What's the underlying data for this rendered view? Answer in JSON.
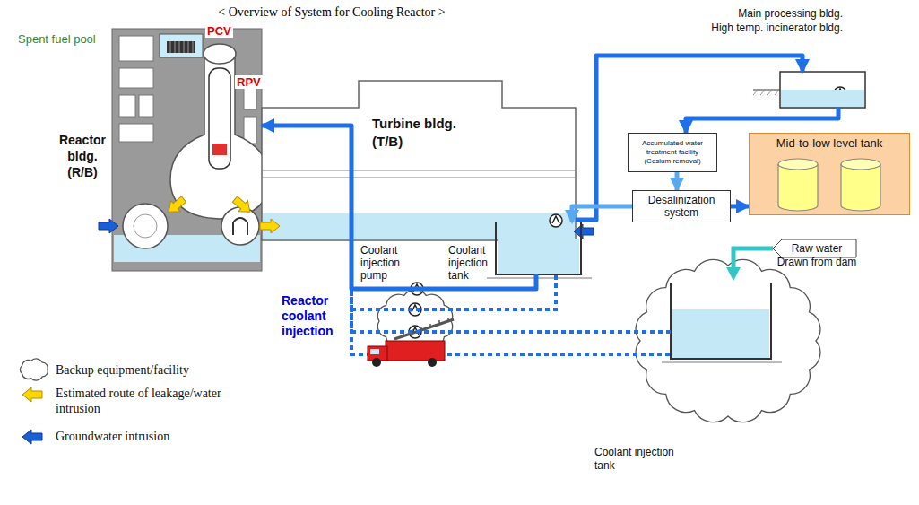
{
  "diagram": {
    "title": "< Overview of System for Cooling Reactor >",
    "nodes": [
      {
        "text": [
          "Reactor bldg. (R/B)"
        ]
      },
      {
        "text": [
          "Turbine bldg. (T/B)"
        ]
      },
      {
        "text": [
          "Main processing bldg.",
          "High temp. incinerator bldg."
        ]
      },
      {
        "text": [
          "Accumulated water treatment facility (Cesium removal)"
        ]
      },
      {
        "text": [
          "Desalinization system"
        ]
      },
      {
        "text": [
          "Mid-to-low level tank"
        ]
      },
      {
        "text": [
          "Coolant injection tank"
        ]
      },
      {
        "text": [
          "Coolant injection tank"
        ]
      }
    ],
    "edges": [
      {
        "from": 1,
        "to": 2,
        "arrow": "to"
      },
      {
        "from": 2,
        "to": 3,
        "arrow": "to"
      },
      {
        "from": 3,
        "to": 4,
        "arrow": "to"
      },
      {
        "from": 4,
        "to": 5,
        "arrow": "to"
      },
      {
        "from": 4,
        "to": 6,
        "arrow": "to"
      },
      {
        "from": 6,
        "to": 0,
        "arrow": "to"
      },
      {
        "from": 7,
        "to": 0,
        "arrow": "none"
      }
    ],
    "labels": [
      "Spent fuel pool",
      "PCV",
      "RPV",
      "Coolant injection pump",
      "Reactor coolant injection",
      "Raw water Drawn from dam"
    ],
    "legend": [
      {
        "text": "Backup equipment/facility"
      },
      {
        "text": "Estimated route of leakage/water intrusion"
      },
      {
        "text": "Groundwater intrusion"
      }
    ]
  }
}
